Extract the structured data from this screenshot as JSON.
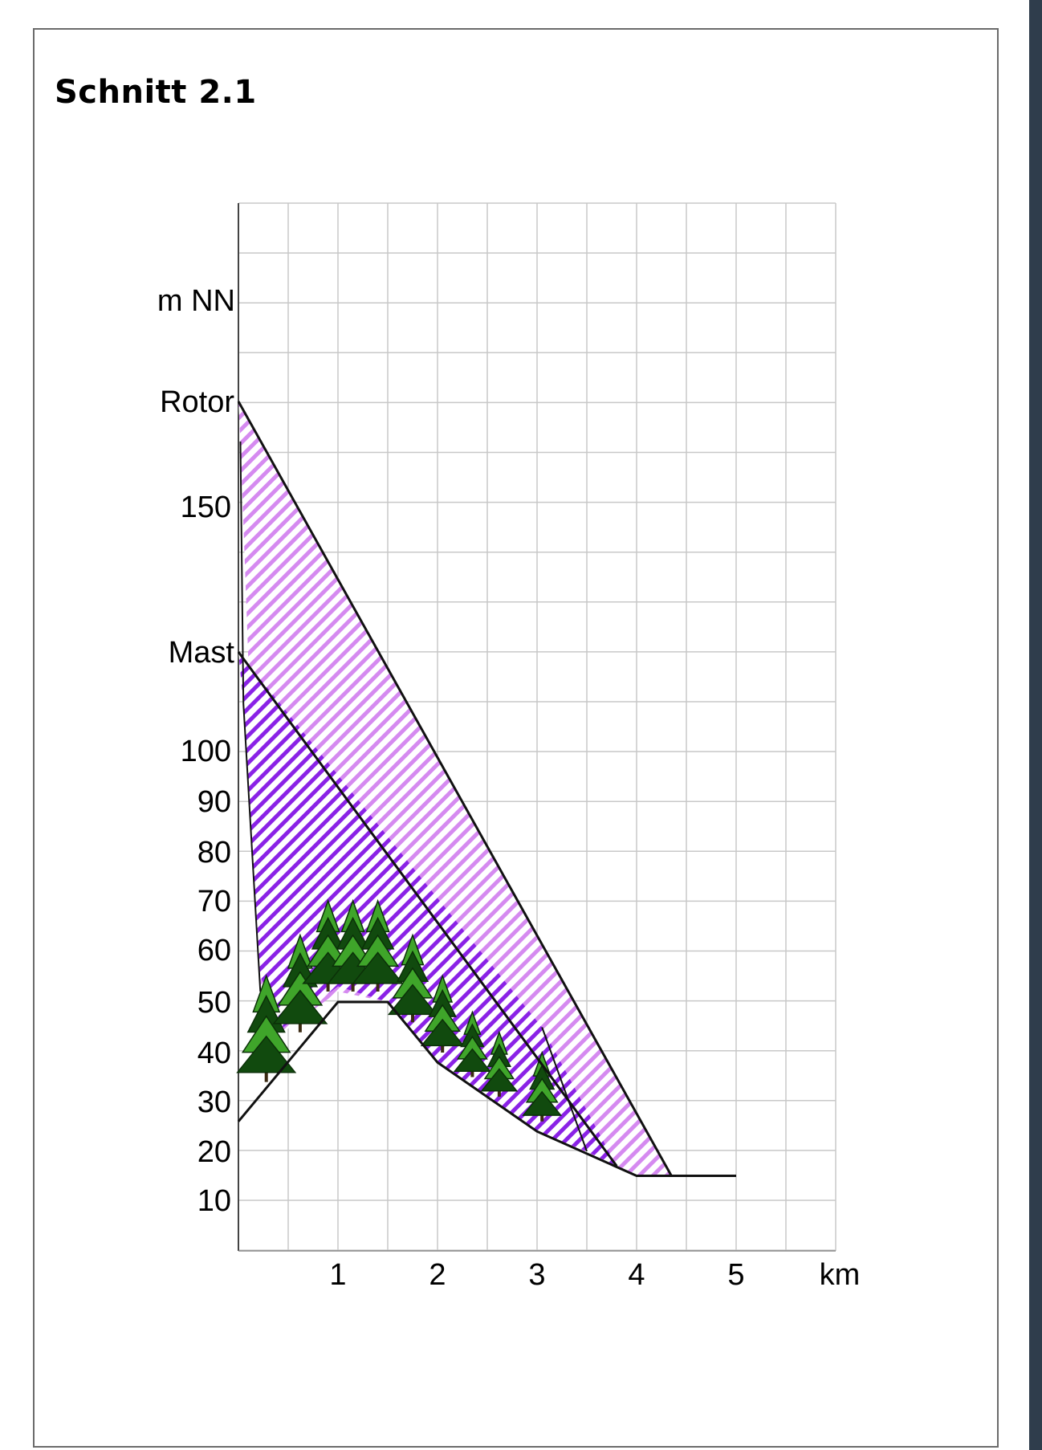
{
  "title": "Schnitt 2.1",
  "colors": {
    "grid": "#c8c8c8",
    "rotor_hatch": "#d58af0",
    "mast_hatch": "#8a22e6",
    "line": "#111111",
    "tree_dark": "#114a0e",
    "tree_light": "#3fa52a"
  },
  "chart_data": {
    "type": "diagram",
    "x_unit_label": "km",
    "y_unit_label": "m NN",
    "x_ticks": [
      "1",
      "2",
      "3",
      "4",
      "5"
    ],
    "y_ticks": [
      "10",
      "20",
      "30",
      "40",
      "50",
      "60",
      "70",
      "80",
      "90",
      "100",
      "150"
    ],
    "y_markers": [
      {
        "label": "Rotor",
        "value": 171
      },
      {
        "label": "Mast",
        "value": 121
      }
    ],
    "terrain": {
      "x": [
        0,
        1,
        1.5,
        2,
        3,
        4,
        5
      ],
      "y": [
        26,
        50,
        50,
        38,
        24,
        15,
        15
      ]
    },
    "rotor_line": {
      "x": [
        0,
        4.35
      ],
      "y": [
        171,
        15
      ]
    },
    "mast_line": {
      "x": [
        0,
        3.8
      ],
      "y": [
        121,
        17
      ]
    },
    "tree_heights": [
      55,
      63,
      70,
      70,
      70,
      63,
      55,
      48,
      44,
      40
    ]
  }
}
